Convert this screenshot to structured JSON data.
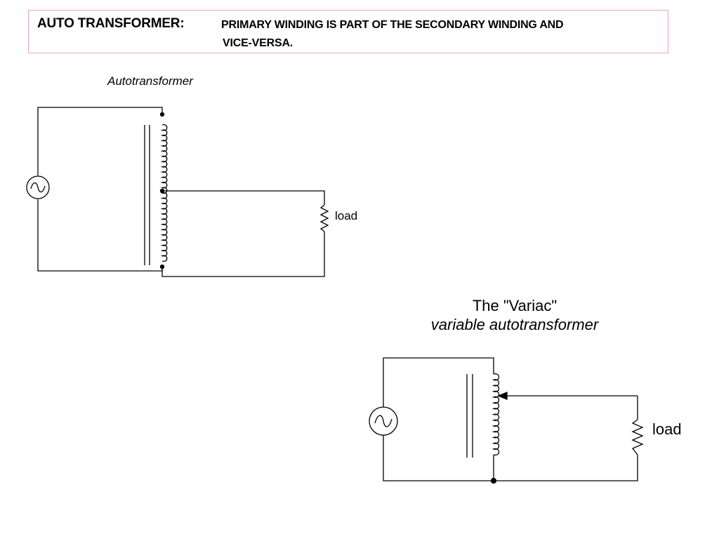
{
  "heading": {
    "main": "AUTO TRANSFORMER:",
    "line1": "PRIMARY WINDING IS PART OF THE SECONDARY WINDING AND",
    "line2": "VICE-VERSA."
  },
  "diagram1": {
    "caption": "Autotransformer",
    "load_label": "load"
  },
  "diagram2": {
    "caption_line1": "The \"Variac\"",
    "caption_line2": "variable autotransformer",
    "load_label": "load"
  }
}
